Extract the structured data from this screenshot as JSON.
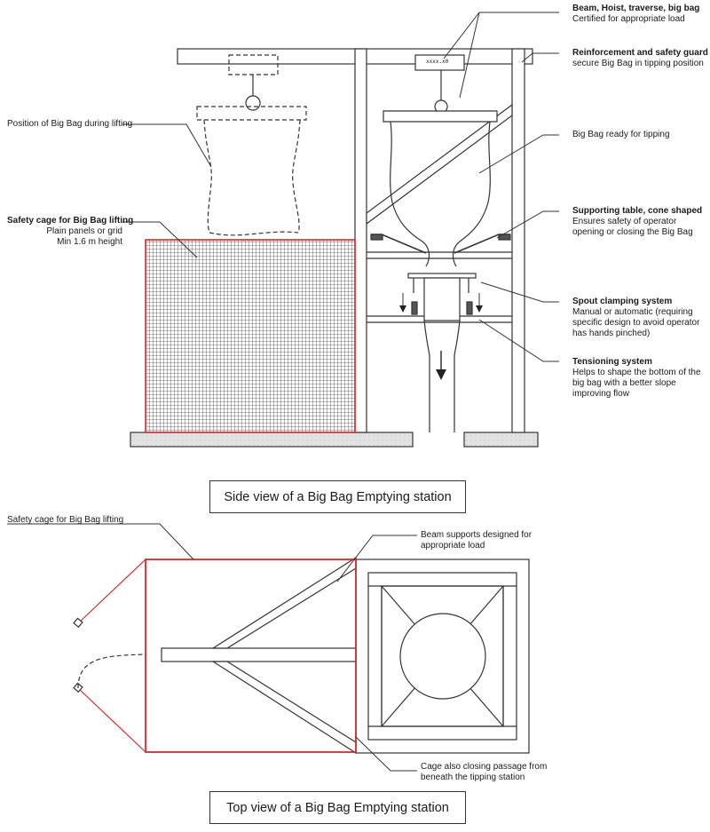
{
  "side_view": {
    "caption": "Side view of a Big Bag Emptying station",
    "hoist_readout": "xxxx.x0",
    "labels": {
      "beam": {
        "title": "Beam, Hoist, traverse, big bag",
        "desc": "Certified for appropriate load"
      },
      "reinforcement": {
        "title": "Reinforcement and safety guard to",
        "desc": "secure Big Bag in tipping position"
      },
      "position_lifting": {
        "text": "Position of Big Bag during lifting"
      },
      "ready_tipping": {
        "text": "Big Bag ready for tipping"
      },
      "safety_cage": {
        "title": "Safety cage for Big Bag lifting",
        "line1": "Plain panels or grid",
        "line2": "Min 1.6 m height"
      },
      "supporting_table": {
        "title": "Supporting table, cone shaped",
        "line1": "Ensures safety of operator",
        "line2": "opening or closing the Big Bag"
      },
      "spout_clamping": {
        "title": "Spout clamping system",
        "line1": "Manual or automatic (requiring",
        "line2": "specific design to avoid operator",
        "line3": "has hands pinched)"
      },
      "tensioning": {
        "title": "Tensioning system",
        "line1": "Helps to shape the bottom of the",
        "line2": "big bag with a better slope",
        "line3": "improving flow"
      }
    }
  },
  "top_view": {
    "caption": "Top view of a Big Bag Emptying station",
    "labels": {
      "safety_cage": {
        "text": "Safety cage for Big Bag lifting"
      },
      "beam_supports": {
        "line1": "Beam supports designed for",
        "line2": "appropriate load"
      },
      "cage_closing": {
        "line1": "Cage also closing passage from",
        "line2": "beneath the tipping station"
      }
    }
  },
  "colors": {
    "cage": "#d42a2a",
    "line": "#333333",
    "grid": "#555555",
    "ground": "#dcdcdc"
  }
}
